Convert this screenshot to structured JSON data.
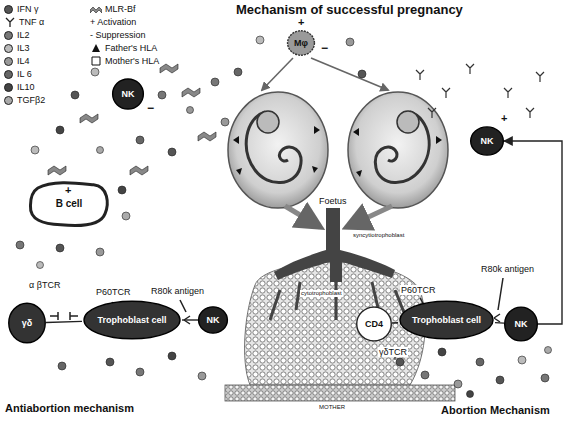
{
  "diagram": {
    "title": "Mechanism of successful pregnancy",
    "nodes": [
      {
        "text": [
          "Mφ"
        ]
      },
      {
        "text": [
          "NK"
        ]
      },
      {
        "text": [
          "B cell"
        ]
      },
      {
        "text": [
          "NK"
        ]
      },
      {
        "text": [
          "γδ"
        ]
      },
      {
        "text": [
          "Trophoblast cell"
        ]
      },
      {
        "text": [
          "NK"
        ]
      },
      {
        "text": [
          "CD4"
        ]
      },
      {
        "text": [
          "Trophoblast cell"
        ]
      },
      {
        "text": [
          "NK"
        ]
      }
    ],
    "edges": [
      {
        "from": 4,
        "to": 5,
        "arrow": "none"
      },
      {
        "from": 5,
        "to": 6,
        "arrow": "none"
      },
      {
        "from": 7,
        "to": 8,
        "arrow": "none"
      },
      {
        "from": 8,
        "to": 9,
        "arrow": "none"
      },
      {
        "from": 9,
        "to": 3,
        "arrow": "to"
      }
    ],
    "labels": [
      "Foetus",
      "syncytiotrophoblast",
      "cytotrophoblast",
      "MOTHER",
      "α βTCR",
      "P60TCR",
      "R80k antigen",
      "P60TCR",
      "R80k antigen",
      "γδTCR",
      "Antiabortion mechanism",
      "Abortion Mechanism",
      "+",
      "−",
      "−",
      "+",
      "+"
    ],
    "legend": [
      {
        "text": "IFN γ",
        "color": "#555555"
      },
      {
        "text": "TNF α"
      },
      {
        "text": "IL2",
        "color": "#777777"
      },
      {
        "text": "IL3",
        "color": "#bbbbbb"
      },
      {
        "text": "IL4",
        "color": "#999999"
      },
      {
        "text": "IL 6",
        "color": "#666666"
      },
      {
        "text": "IL10",
        "color": "#444444"
      },
      {
        "text": "TGFβ2",
        "color": "#aaaaaa"
      },
      {
        "text": "MLR-Bf"
      },
      {
        "text": "+ Activation"
      },
      {
        "text": "- Suppression"
      },
      {
        "text": "Father's HLA"
      },
      {
        "text": "Mother's HLA"
      }
    ]
  }
}
